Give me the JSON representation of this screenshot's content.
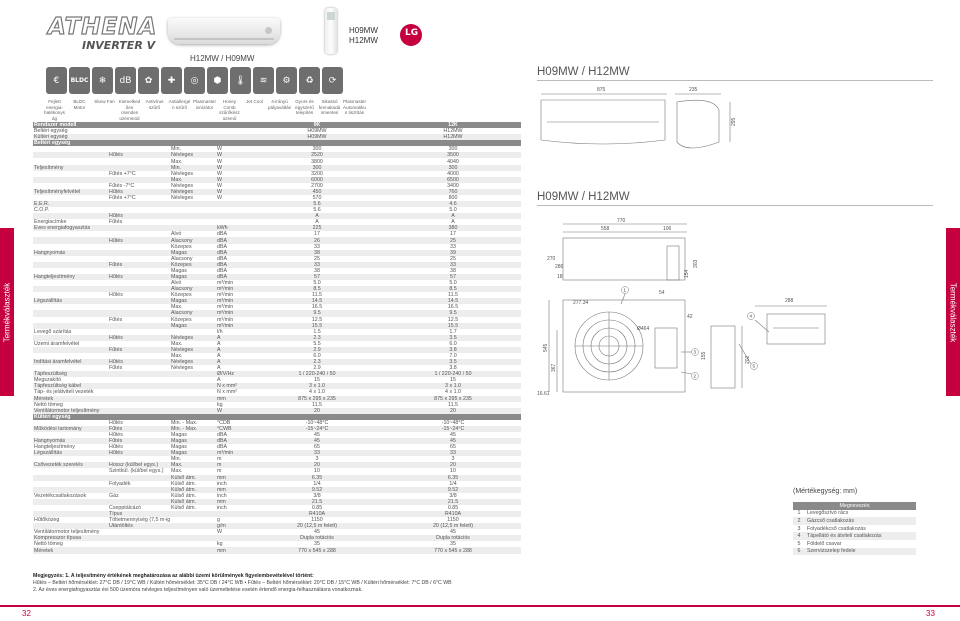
{
  "brand": {
    "name": "ATHENA",
    "sub": "INVERTER V"
  },
  "header": {
    "models": [
      "H09MW",
      "H12MW"
    ],
    "main_model_title": "H12MW / H09MW",
    "lg_mark": "LG"
  },
  "icons": [
    {
      "glyph": "€",
      "caption": "Fejlett energia-hatékonyság",
      "icon": "euro-icon"
    },
    {
      "glyph": "BLDC",
      "caption": "BLDC Motor",
      "icon": "bldc-icon"
    },
    {
      "glyph": "❄",
      "caption": "Skew Fan",
      "icon": "fan-icon"
    },
    {
      "glyph": "dB",
      "caption": "Kiemelkedően csendes üzemmód",
      "icon": "quiet-icon"
    },
    {
      "glyph": "✿",
      "caption": "Antivírus szűrő",
      "icon": "antivirus-icon"
    },
    {
      "glyph": "✚",
      "caption": "Antiallergén szűrő",
      "icon": "antiallergen-icon"
    },
    {
      "glyph": "◎",
      "caption": "Plasmaster ionizátor",
      "icon": "ionizer-icon"
    },
    {
      "glyph": "⬢",
      "caption": "Honey Comb szűrőkészüzemű",
      "icon": "honeycomb-icon"
    },
    {
      "glyph": "🌡",
      "caption": "Jet Cool",
      "icon": "jet-cool-icon"
    },
    {
      "glyph": "≋",
      "caption": "4-irányú pályaváltás",
      "icon": "airflow-icon"
    },
    {
      "glyph": "⚙",
      "caption": "Gyors és egyszerű telepítés",
      "icon": "install-icon"
    },
    {
      "glyph": "♻",
      "caption": "Sikassó fennakadásmentes",
      "icon": "smart-icon"
    },
    {
      "glyph": "⟳",
      "caption": "Plasmaster Automatikus tisztítás",
      "icon": "auto-clean-icon"
    }
  ],
  "spec_rows": [
    {
      "t": "sec",
      "c": [
        "Rendszer modell",
        "",
        "",
        "",
        "9K",
        "12K"
      ]
    },
    {
      "c": [
        "Beltéri egység",
        "",
        "",
        "",
        "H09MW",
        "H12MW"
      ]
    },
    {
      "t": "alt",
      "c": [
        "Kültéri egység",
        "",
        "",
        "",
        "H09MW",
        "H12MW"
      ]
    },
    {
      "t": "sec",
      "c": [
        "Beltéri egység",
        "",
        "",
        "",
        "",
        ""
      ]
    },
    {
      "c": [
        "",
        "",
        "Min.",
        "W",
        "300",
        "300"
      ]
    },
    {
      "t": "alt",
      "c": [
        "",
        "Hűtés",
        "Névleges",
        "W",
        "2520",
        "3500"
      ]
    },
    {
      "c": [
        "",
        "",
        "Max.",
        "W",
        "3800",
        "4040"
      ]
    },
    {
      "t": "alt",
      "c": [
        "Teljesítmény",
        "",
        "Min.",
        "W",
        "300",
        "300"
      ]
    },
    {
      "c": [
        "",
        "Fűtés +7°C",
        "Névleges",
        "W",
        "3200",
        "4000"
      ]
    },
    {
      "t": "alt",
      "c": [
        "",
        "",
        "Max.",
        "W",
        "6000",
        "6500"
      ]
    },
    {
      "c": [
        "",
        "Fűtés -7°C",
        "Névleges",
        "W",
        "2700",
        "3400"
      ]
    },
    {
      "t": "alt",
      "c": [
        "Teljesítményfelvétel",
        "Hűtés",
        "Névleges",
        "W",
        "450",
        "760"
      ]
    },
    {
      "c": [
        "",
        "Fűtés +7°C",
        "Névleges",
        "W",
        "570",
        "800"
      ]
    },
    {
      "t": "alt",
      "c": [
        "E.E.R.",
        "",
        "",
        "",
        "5.6",
        "4.6"
      ]
    },
    {
      "c": [
        "C.O.P.",
        "",
        "",
        "",
        "5.6",
        "5.0"
      ]
    },
    {
      "t": "alt",
      "c": [
        "",
        "Hűtés",
        "",
        "",
        "A",
        "A"
      ]
    },
    {
      "c": [
        "Energiacímke",
        "Fűtés",
        "",
        "",
        "A",
        "A"
      ]
    },
    {
      "t": "alt",
      "c": [
        "Éves energiafogyasztás",
        "",
        "",
        "kWh",
        "225",
        "380"
      ]
    },
    {
      "c": [
        "",
        "",
        "Alvó",
        "dBA",
        "17",
        "17"
      ]
    },
    {
      "t": "alt",
      "c": [
        "",
        "Hűtés",
        "Alacsony",
        "dBA",
        "26",
        "25"
      ]
    },
    {
      "c": [
        "",
        "",
        "Közepes",
        "dBA",
        "33",
        "33"
      ]
    },
    {
      "t": "alt",
      "c": [
        "Hangnyomás",
        "",
        "Magas",
        "dBA",
        "38",
        "39"
      ]
    },
    {
      "c": [
        "",
        "",
        "Alacsony",
        "dBA",
        "25",
        "25"
      ]
    },
    {
      "t": "alt",
      "c": [
        "",
        "Fűtés",
        "Közepes",
        "dBA",
        "33",
        "33"
      ]
    },
    {
      "c": [
        "",
        "",
        "Magas",
        "dBA",
        "38",
        "38"
      ]
    },
    {
      "t": "alt",
      "c": [
        "Hangteljesítmény",
        "Hűtés",
        "Magas",
        "dBA",
        "57",
        "57"
      ]
    },
    {
      "c": [
        "",
        "",
        "Alvó",
        "m³/min",
        "5.0",
        "5.0"
      ]
    },
    {
      "t": "alt",
      "c": [
        "",
        "",
        "Alacsony",
        "m³/min",
        "8.5",
        "8.5"
      ]
    },
    {
      "c": [
        "",
        "Hűtés",
        "Közepes",
        "m³/min",
        "11.5",
        "11.5"
      ]
    },
    {
      "t": "alt",
      "c": [
        "Légszállítás",
        "",
        "Magas",
        "m³/min",
        "14.5",
        "14.5"
      ]
    },
    {
      "c": [
        "",
        "",
        "Max.",
        "m³/min",
        "16.5",
        "16.5"
      ]
    },
    {
      "t": "alt",
      "c": [
        "",
        "",
        "Alacsony",
        "m³/min",
        "9.5",
        "9.5"
      ]
    },
    {
      "c": [
        "",
        "Fűtés",
        "Közepes",
        "m³/min",
        "12.5",
        "12.5"
      ]
    },
    {
      "t": "alt",
      "c": [
        "",
        "",
        "Magas",
        "m³/min",
        "15.5",
        "15.5"
      ]
    },
    {
      "c": [
        "Levegő szárítás",
        "",
        "",
        "l/h",
        "1.5",
        "1.7"
      ]
    },
    {
      "t": "alt",
      "c": [
        "",
        "Hűtés",
        "Névleges",
        "A",
        "2.3",
        "3.5"
      ]
    },
    {
      "c": [
        "Üzemi áramfelvétel",
        "",
        "Max.",
        "A",
        "5.5",
        "6.0"
      ]
    },
    {
      "t": "alt",
      "c": [
        "",
        "Fűtés",
        "Névleges",
        "A",
        "2.9",
        "3.8"
      ]
    },
    {
      "c": [
        "",
        "",
        "Max.",
        "A",
        "6.0",
        "7.0"
      ]
    },
    {
      "t": "alt",
      "c": [
        "Indítási áramfelvétel",
        "Hűtés",
        "Névleges",
        "A",
        "2.3",
        "3.5"
      ]
    },
    {
      "c": [
        "",
        "Fűtés",
        "Névleges",
        "A",
        "2.9",
        "3.8"
      ]
    },
    {
      "t": "alt",
      "c": [
        "Tápfeszültség",
        "",
        "",
        "Ø/V/Hz",
        "1 / 220-240 / 50",
        "1 / 220-240 / 50"
      ]
    },
    {
      "c": [
        "Megszakító",
        "",
        "",
        "A",
        "15",
        "15"
      ]
    },
    {
      "t": "alt",
      "c": [
        "Tápfeszültség kábel",
        "",
        "",
        "N x mm²",
        "3 x 1.0",
        "3 x 1.0"
      ]
    },
    {
      "c": [
        "Táp- és jelátviteli vezeték",
        "",
        "",
        "N x mm²",
        "4 x 1.0",
        "4 x 1.0"
      ]
    },
    {
      "t": "alt",
      "c": [
        "Méretek",
        "",
        "",
        "mm",
        "875 x 295 x 235",
        "875 x 295 x 235"
      ]
    },
    {
      "c": [
        "Nettó tömeg",
        "",
        "",
        "kg",
        "11.5",
        "11.5"
      ]
    },
    {
      "t": "alt",
      "c": [
        "Ventilátormotor teljesítmény",
        "",
        "",
        "W",
        "20",
        "20"
      ]
    },
    {
      "t": "sec",
      "c": [
        "Kültéri egység",
        "",
        "",
        "",
        "",
        ""
      ]
    },
    {
      "c": [
        "",
        "Hűtés",
        "Min. - Max.",
        "°CDB",
        "-10~48°C",
        "-10~48°C"
      ]
    },
    {
      "t": "alt",
      "c": [
        "Működési tartomány",
        "Fűtés",
        "Min. - Max.",
        "°CWB",
        "-15~24°C",
        "-15~24°C"
      ]
    },
    {
      "c": [
        "",
        "Hűtés",
        "Magas",
        "dBA",
        "45",
        "45"
      ]
    },
    {
      "t": "alt",
      "c": [
        "Hangnyomás",
        "Fűtés",
        "Magas",
        "dBA",
        "45",
        "45"
      ]
    },
    {
      "c": [
        "Hangteljesítmény",
        "Hűtés",
        "Magas",
        "dBA",
        "65",
        "65"
      ]
    },
    {
      "t": "alt",
      "c": [
        "Légszállítás",
        "Hűtés",
        "Magas",
        "m³/min",
        "33",
        "33"
      ]
    },
    {
      "c": [
        "",
        "",
        "Min.",
        "m",
        "3",
        "3"
      ]
    },
    {
      "t": "alt",
      "c": [
        "Csővezeték szerelés",
        "Hossz (kül/bel egys.)",
        "Max.",
        "m",
        "20",
        "20"
      ]
    },
    {
      "c": [
        "",
        "Szintkül. (kül/bel egys.)",
        "Max.",
        "m",
        "10",
        "10"
      ]
    },
    {
      "t": "alt",
      "c": [
        "",
        "",
        "Külső átm.",
        "mm",
        "6.35",
        "6.35"
      ]
    },
    {
      "c": [
        "",
        "Folyadék",
        "Külső átm.",
        "inch",
        "1/4",
        "1/4"
      ]
    },
    {
      "t": "alt",
      "c": [
        "",
        "",
        "Külső átm.",
        "mm",
        "9.52",
        "9.52"
      ]
    },
    {
      "c": [
        "Vezetékcsatlakozások",
        "Gáz",
        "Külső átm.",
        "inch",
        "3/8",
        "3/8"
      ]
    },
    {
      "t": "alt",
      "c": [
        "",
        "",
        "Külső átm.",
        "mm",
        "21.5",
        "21.5"
      ]
    },
    {
      "c": [
        "",
        "Csepptálcázó",
        "Külső átm.",
        "inch",
        "0.85",
        "0.85"
      ]
    },
    {
      "t": "alt",
      "c": [
        "",
        "Típus",
        "",
        "",
        "R410A",
        "R410A"
      ]
    },
    {
      "c": [
        "Hűtőközeg",
        "Töltetmennyiség (7,5 m-ig)",
        "",
        "g",
        "1150",
        "1150"
      ]
    },
    {
      "t": "alt",
      "c": [
        "",
        "Utántöltés",
        "",
        "g/m",
        "20 (12,5 m felett)",
        "20 (12,5 m felett)"
      ]
    },
    {
      "c": [
        "Ventilátormotor teljesítmény",
        "",
        "",
        "W",
        "45",
        "45"
      ]
    },
    {
      "t": "alt",
      "c": [
        "Kompresszor típusa",
        "",
        "",
        "",
        "Dupla rotációs",
        "Dupla rotációs"
      ]
    },
    {
      "c": [
        "Nettó tömeg",
        "",
        "",
        "kg",
        "35",
        "35"
      ]
    },
    {
      "t": "alt",
      "c": [
        "Méretek",
        "",
        "",
        "mm",
        "770 x 545 x 288",
        "770 x 545 x 288"
      ]
    }
  ],
  "notes": {
    "title": "Megjegyzés: 1. A teljesítmény értékének meghatározása az alábbi üzemi körülmények figyelembevételével történt:",
    "line1": "Hűtés – Beltéri hőmérséklet: 27°C DB / 19°C WB  /  Kültéri hőmérséklet: 35°C DB / 24°C WB • Fűtés – Beltéri hőmérséklet: 20°C DB / 15°C WB  /  Kültéri hőmérséklet: 7°C DB / 6°C WB",
    "line2": "2. Az éves energiafogyasztás évi 500 üzemóra névleges teljesítményen való üzemeltetése esetén értendő energia-felhasználásra vonatkoznak."
  },
  "right": {
    "title_indoor": "H09MW / H12MW",
    "title_outdoor": "H09MW / H12MW",
    "indoor_dims": {
      "width": "875",
      "depth": "235",
      "height": "295"
    },
    "outdoor_dims": {
      "top": "770",
      "top_inner": "558",
      "top_side": "106",
      "left_a": "270",
      "left_b": "286",
      "left_c": "18",
      "small_a": "154",
      "small_b": "303",
      "small_c": "54",
      "mid": "277.34",
      "phi": "Ø464",
      "height_main": "545",
      "height_inner": "367",
      "height_low": "42",
      "side_w": "288",
      "side_a": "155",
      "side_b": "202",
      "corner": "16.61"
    },
    "callouts": [
      "1",
      "2",
      "3",
      "4",
      "5",
      "6"
    ]
  },
  "legend": {
    "title": "(Mértékegység: mm)",
    "head": "Megnevezés",
    "rows": [
      {
        "n": "1",
        "label": "Levegőszívó rács"
      },
      {
        "n": "2",
        "label": "Gázcső csatlakozás"
      },
      {
        "n": "3",
        "label": "Folyadékcső csatlakozás"
      },
      {
        "n": "4",
        "label": "Tápellátó és átviteli csatlakozás"
      },
      {
        "n": "5",
        "label": "Földelő csavar"
      },
      {
        "n": "6",
        "label": "Szervizszelep fedele"
      }
    ]
  },
  "side_tab": "Termékválaszték",
  "pages": {
    "left": "32",
    "right": "33"
  },
  "colors": {
    "accent": "#c5003e",
    "header_bar": "#8a8a8a",
    "row_alt": "#ededed"
  }
}
